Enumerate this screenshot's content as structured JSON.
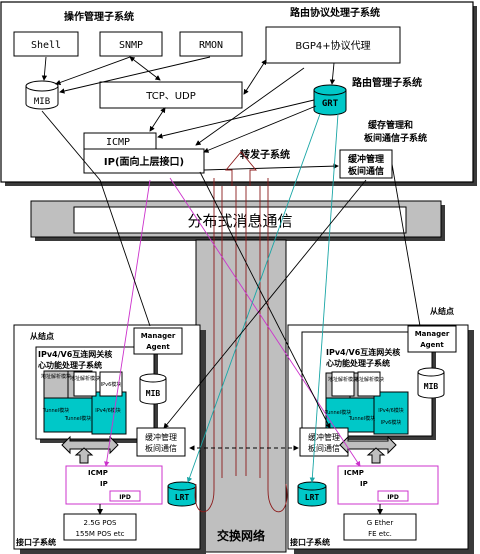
{
  "colors": {
    "panel_gray": "#bfbfbf",
    "shadow": "#3a3a3a",
    "cyan": "#00c8c8",
    "dark_red": "#8b1a1a",
    "magenta": "#cc33cc",
    "teal_line": "#1aa6a6",
    "ship_fill": "#000000"
  },
  "top": {
    "mgmt_title": "操作管理子系统",
    "routing_title": "路由协议处理子系统",
    "shell": "Shell",
    "snmp": "SNMP",
    "rmon": "RMON",
    "bgp": "BGP4+协议代理",
    "mib": "MIB",
    "tcp": "TCP、UDP",
    "grt": "GRT",
    "route_mgmt": "路由管理子系统",
    "icmp": "ICMP",
    "ip": "IP(面向上层接口)",
    "forward": "转发子系统",
    "buffer_title1": "缓存管理和",
    "buffer_title2": "板间通信子系统",
    "buffer_box1": "缓冲管理",
    "buffer_box2": "板间通信"
  },
  "middle": {
    "dist_msg": "分布式消息通信",
    "switch_net": "交换网络"
  },
  "left": {
    "slave": "从结点",
    "title1": "IPv4/V6互连网关核",
    "title2": "心功能处理子系统",
    "agent1": "Manager",
    "agent2": "Agent",
    "mib": "MIB",
    "mods": [
      "地址解析模块",
      "地址解析模块",
      "Tunnel模块",
      "Tunnel模块",
      "IPv4/6模块",
      "IPv6模块"
    ],
    "buf1": "缓冲管理",
    "buf2": "板间通信",
    "icmp": "ICMP",
    "ip": "IP",
    "ipd": "IPD",
    "lrt": "LRT",
    "iface": "接口子系统",
    "port1": "2.5G POS",
    "port2": "155M POS etc"
  },
  "right": {
    "slave": "从结点",
    "title1": "IPv4/V6互连网关核",
    "title2": "心功能处理子系统",
    "agent1": "Manager",
    "agent2": "Agent",
    "mib": "MIB",
    "mods": [
      "地址解析模块",
      "地址解析模块",
      "Tunnel模块",
      "Tunnel模块",
      "IPv4/6模块",
      "IPv6模块"
    ],
    "buf1": "缓冲管理",
    "buf2": "板间通信",
    "icmp": "ICMP",
    "ip": "IP",
    "ipd": "IPD",
    "lrt": "LRT",
    "iface": "接口子系统",
    "port1": "G Ether",
    "port2": "FE etc."
  }
}
